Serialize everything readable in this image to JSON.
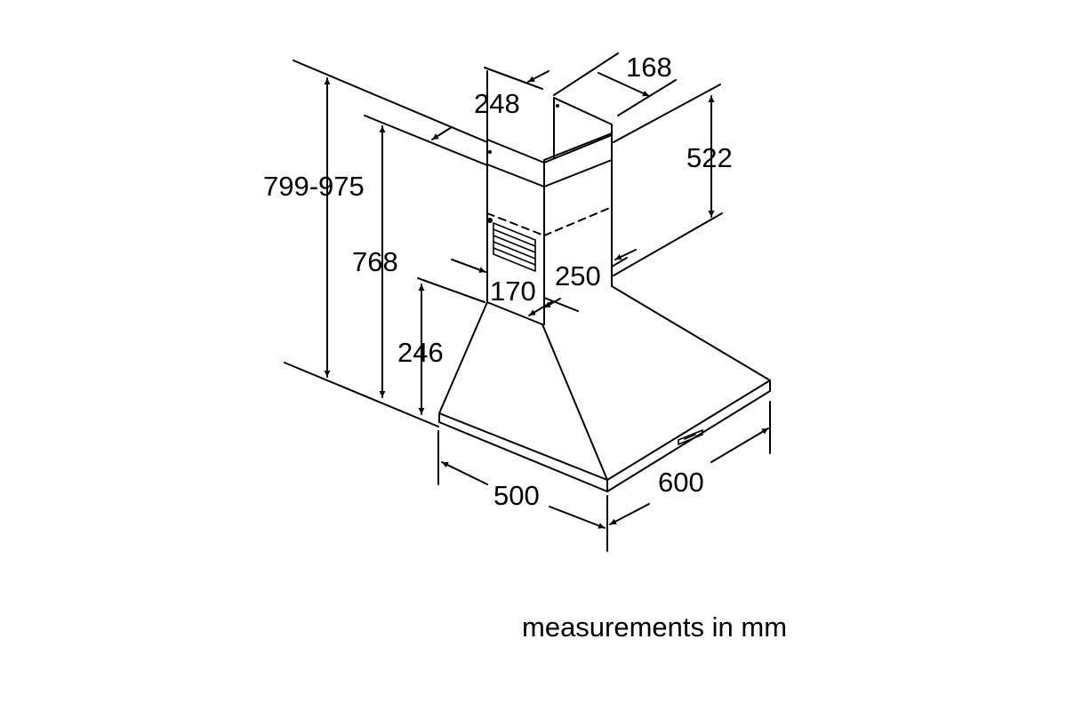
{
  "dimensions": {
    "chimney_top_depth": "248",
    "chimney_top_width": "168",
    "chimney_height": "522",
    "total_height_range": "799-975",
    "hood_height_max": "768",
    "canopy_height": "246",
    "chimney_lower_depth": "170",
    "chimney_lower_width": "250",
    "hood_depth": "500",
    "hood_width": "600"
  },
  "caption": "measurements in mm"
}
